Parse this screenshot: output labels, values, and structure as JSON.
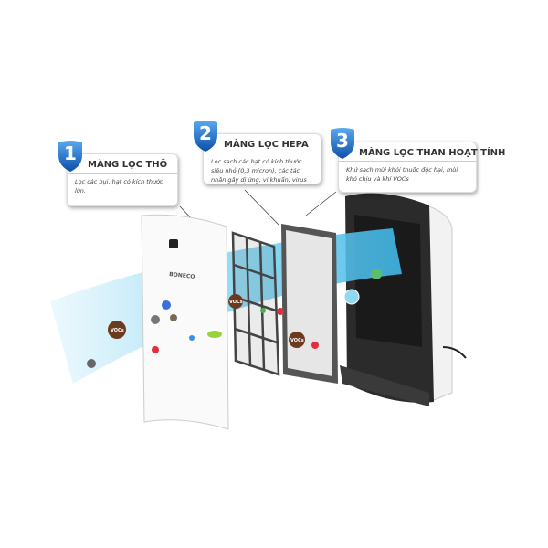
{
  "callouts": [
    {
      "number": "1",
      "title": "MÀNG LỌC THÔ",
      "description": "Lọc các bụi, hạt có kích thước lớn."
    },
    {
      "number": "2",
      "title": "MÀNG LỌC HEPA",
      "description": "Lọc sạch các hạt có kích thước siêu nhỏ (0,3 micron), các tác nhân gây dị ứng, vi khuẩn, virus"
    },
    {
      "number": "3",
      "title": "MÀNG LỌC THAN HOẠT TÍNH",
      "description": "Khử sạch mùi khói thuốc độc hại, mùi khó chịu và khí VOCs"
    }
  ],
  "product": {
    "brand": "BONECO"
  },
  "particle_label": "VOCs",
  "colors": {
    "shield": "#1a6fd0",
    "airflow": "#7fd3f0",
    "device": "#2b2b2b"
  }
}
